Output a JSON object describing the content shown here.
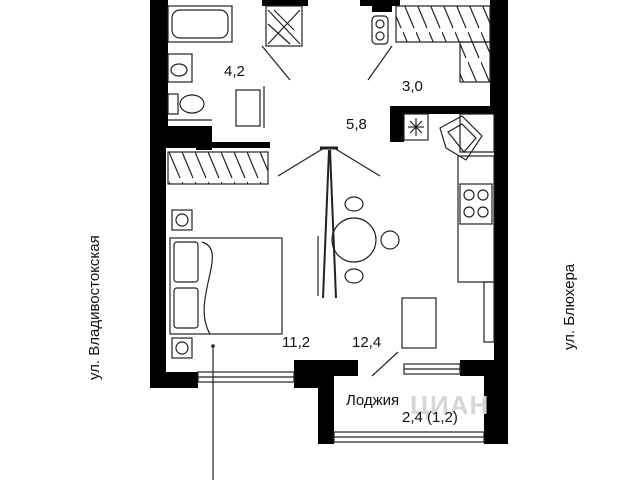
{
  "rooms": {
    "bathroom": {
      "area": "4,2"
    },
    "storage": {
      "area": "3,0"
    },
    "hallway": {
      "area": "5,8"
    },
    "bedroom": {
      "area": "11,2"
    },
    "kitchen_living": {
      "area": "12,4"
    },
    "loggia": {
      "label": "Лоджия",
      "area": "2,4 (1,2)"
    }
  },
  "streets": {
    "left": "ул. Владивостокская",
    "right": "ул. Блюхера"
  },
  "colors": {
    "walls": "#000000",
    "lines": "#1a1a1a",
    "background": "#ffffff"
  }
}
